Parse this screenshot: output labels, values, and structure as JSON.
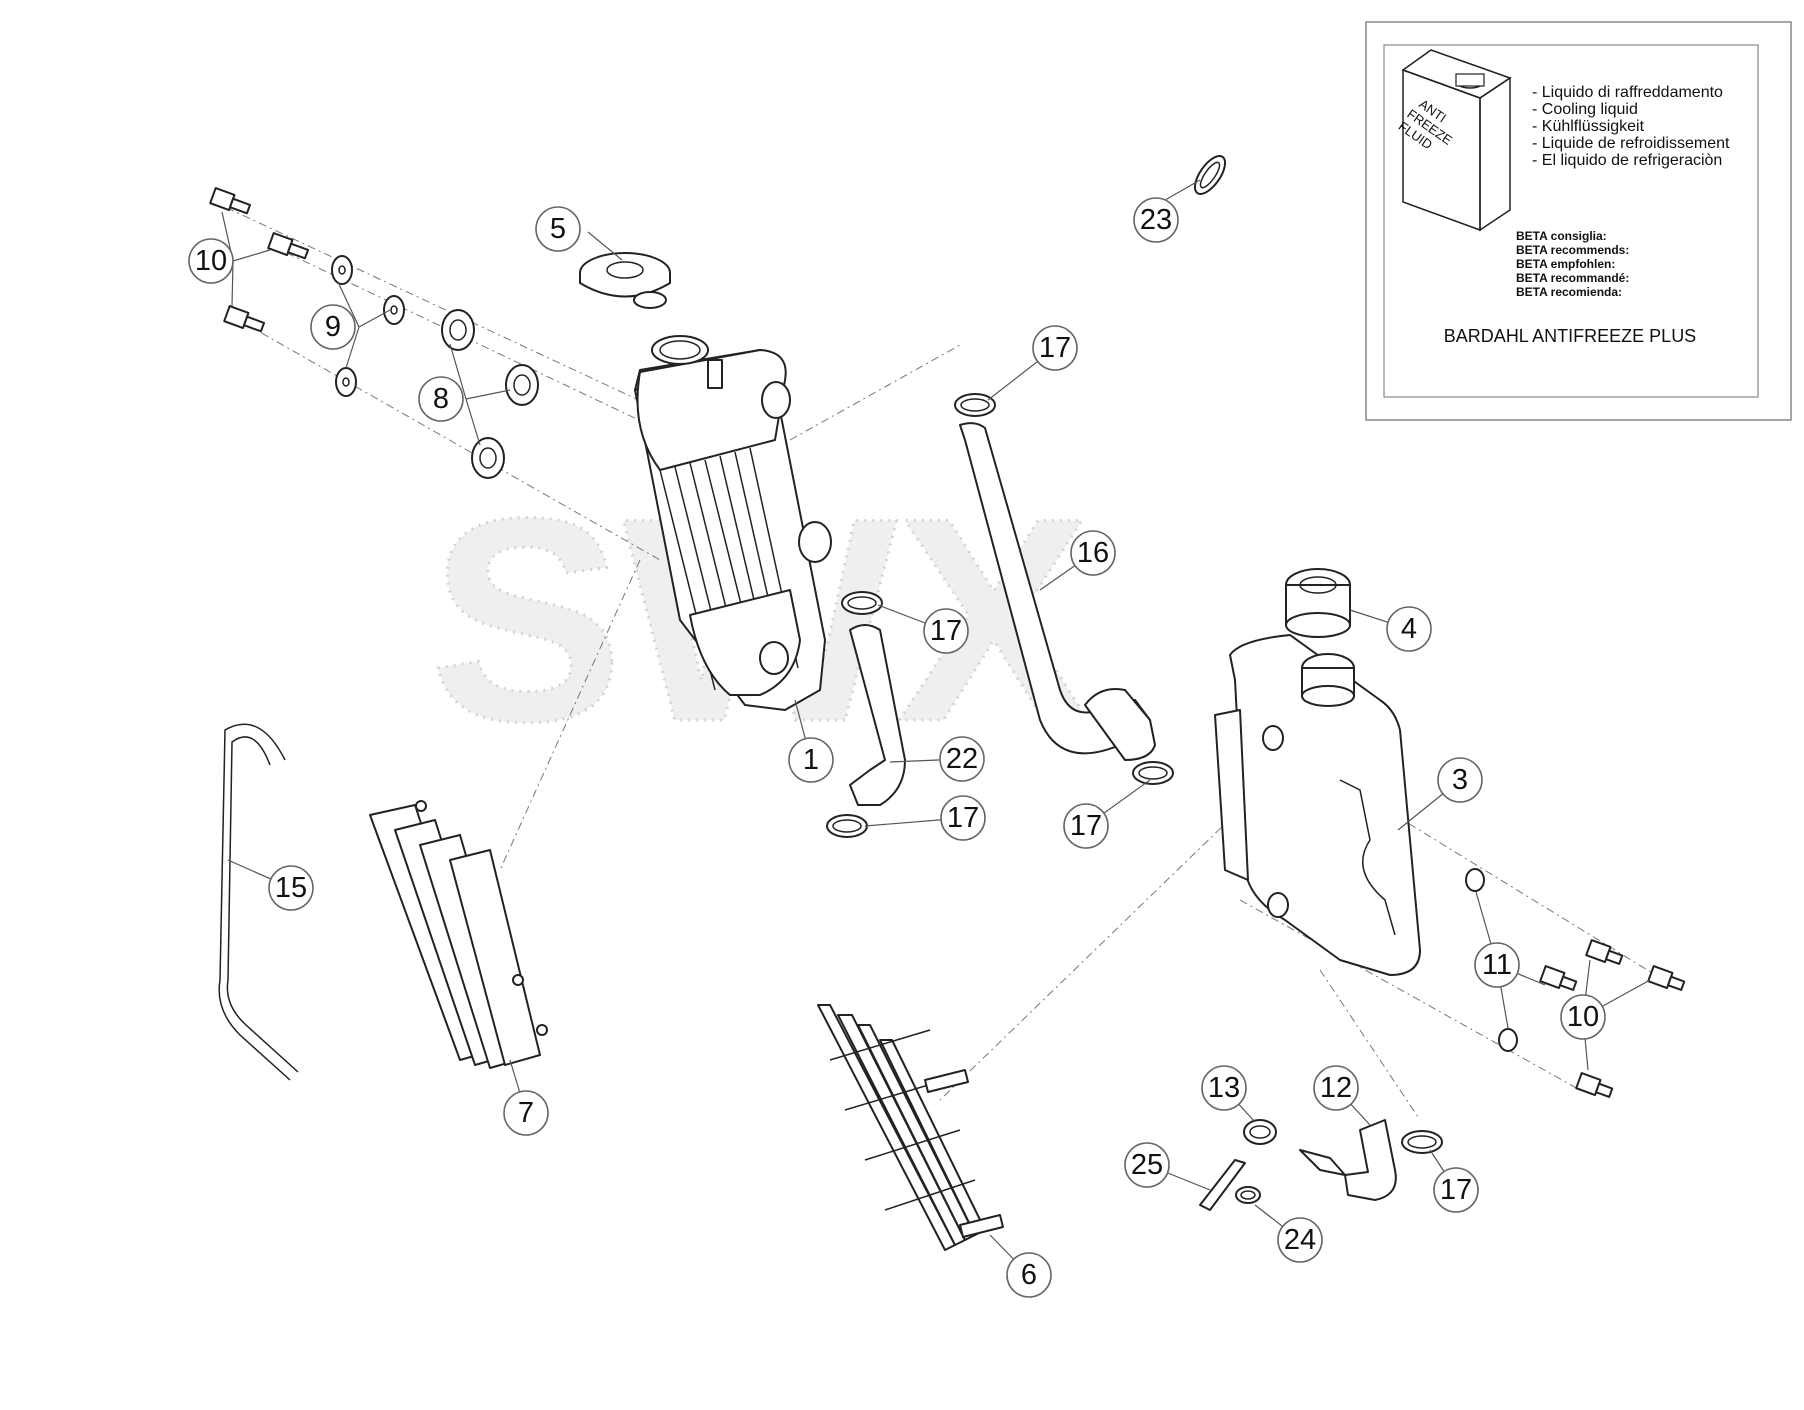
{
  "antifreeze_box": {
    "can_label": [
      "ANTI",
      "FREEZE",
      "FLUID"
    ],
    "languages": [
      "- Liquido di raffreddamento",
      "- Cooling liquid",
      "- Kühlflüssigkeit",
      "- Liquide de refroidissement",
      "- El liquido de refrigeraciòn"
    ],
    "recommends": [
      "BETA consiglia:",
      "BETA recommends:",
      "BETA empfohlen:",
      "BETA recommandé:",
      "BETA recomienda:"
    ],
    "product": "BARDAHL ANTIFREEZE PLUS"
  },
  "watermark": "SWX",
  "callouts": [
    {
      "id": "c1",
      "label": "1"
    },
    {
      "id": "c3",
      "label": "3"
    },
    {
      "id": "c4",
      "label": "4"
    },
    {
      "id": "c5",
      "label": "5"
    },
    {
      "id": "c6",
      "label": "6"
    },
    {
      "id": "c7",
      "label": "7"
    },
    {
      "id": "c8",
      "label": "8"
    },
    {
      "id": "c9",
      "label": "9"
    },
    {
      "id": "c10a",
      "label": "10"
    },
    {
      "id": "c10b",
      "label": "10"
    },
    {
      "id": "c11",
      "label": "11"
    },
    {
      "id": "c12",
      "label": "12"
    },
    {
      "id": "c13",
      "label": "13"
    },
    {
      "id": "c15",
      "label": "15"
    },
    {
      "id": "c16",
      "label": "16"
    },
    {
      "id": "c17a",
      "label": "17"
    },
    {
      "id": "c17b",
      "label": "17"
    },
    {
      "id": "c17c",
      "label": "17"
    },
    {
      "id": "c17d",
      "label": "17"
    },
    {
      "id": "c17e",
      "label": "17"
    },
    {
      "id": "c22",
      "label": "22"
    },
    {
      "id": "c23",
      "label": "23"
    },
    {
      "id": "c24",
      "label": "24"
    },
    {
      "id": "c25",
      "label": "25"
    }
  ]
}
